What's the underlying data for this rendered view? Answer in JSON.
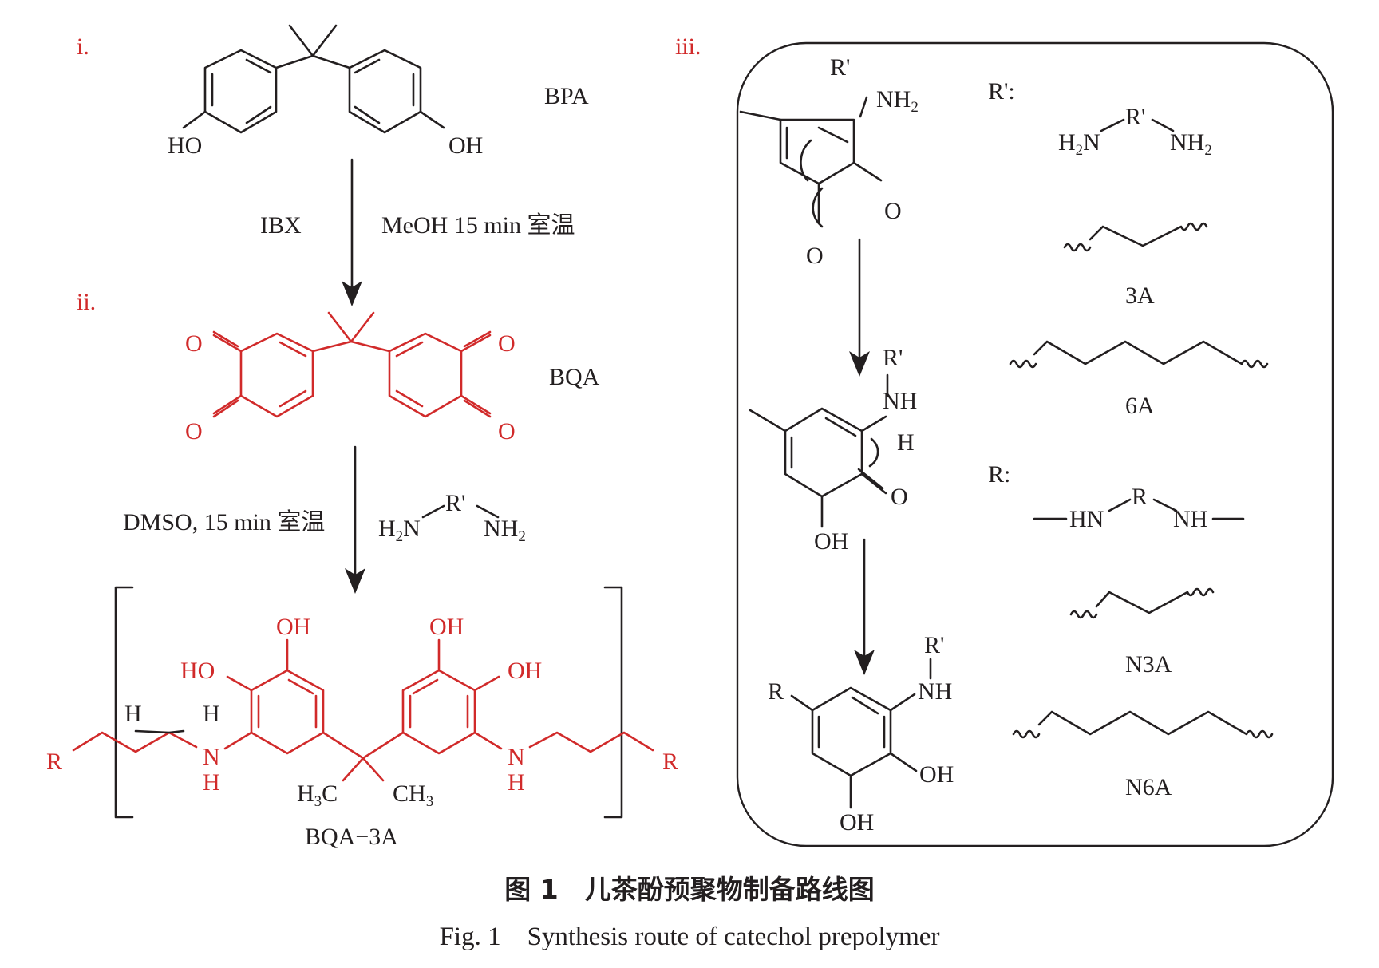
{
  "panels": {
    "i": {
      "marker": "i.",
      "compound": "BPA",
      "oh_left": "HO",
      "oh_right": "OH"
    },
    "step1": {
      "reagent_left": "IBX",
      "reagent_right": "MeOH 15 min 室温"
    },
    "ii": {
      "marker": "ii.",
      "compound": "BQA",
      "oxygen": "O"
    },
    "step2": {
      "conditions": "DMSO, 15 min 室温",
      "amine_left": "H",
      "amine_left_sub": "2",
      "amine_left_n": "N",
      "amine_center": "R'",
      "amine_right": "NH",
      "amine_right_sub": "2"
    },
    "product": {
      "name": "BQA−3A",
      "oh": "OH",
      "ho": "HO",
      "h": "H",
      "n": "N",
      "r": "R",
      "methyl_left": "H",
      "methyl_left_sub": "3",
      "methyl_left_c": "C",
      "methyl_right": "CH",
      "methyl_right_sub": "3"
    },
    "iii": {
      "marker": "iii.",
      "mech_r_prime": "R'",
      "mech_nh2": "NH",
      "mech_nh2_sub": "2",
      "mech_o": "O",
      "mech_nh": "NH",
      "mech_h": "H",
      "mech_oh": "OH",
      "mech_r": "R",
      "r_prime_label": "R':",
      "r_label": "R:",
      "diamine_left": "H",
      "diamine_left_sub": "2",
      "diamine_left_n": "N",
      "diamine_center": "R'",
      "diamine_right": "NH",
      "diamine_right_sub": "2",
      "linker_left": "HN",
      "linker_center": "R",
      "linker_right": "NH",
      "label_3a": "3A",
      "label_6a": "6A",
      "label_n3a": "N3A",
      "label_n6a": "N6A"
    }
  },
  "caption": {
    "chinese": "图 1　儿茶酚预聚物制备路线图",
    "english": "Fig. 1　Synthesis route of catechol prepolymer"
  },
  "colors": {
    "ink": "#231f20",
    "accent_red": "#d12a2a"
  }
}
